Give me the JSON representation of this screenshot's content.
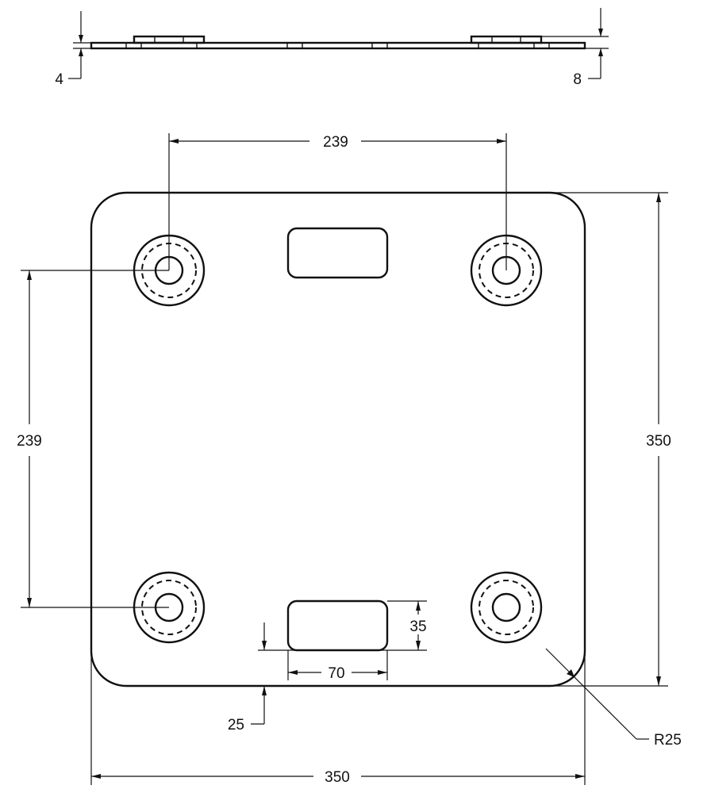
{
  "drawing": {
    "side_view": {
      "plate_thickness_label": "4",
      "pad_thickness_label": "8"
    },
    "top_view": {
      "hole_spacing_horizontal_label": "239",
      "hole_spacing_vertical_label": "239",
      "plate_width_label": "350",
      "plate_height_label": "350",
      "slot_width_label": "70",
      "slot_height_label": "35",
      "slot_offset_label": "25",
      "corner_radius_label": "R25"
    }
  }
}
